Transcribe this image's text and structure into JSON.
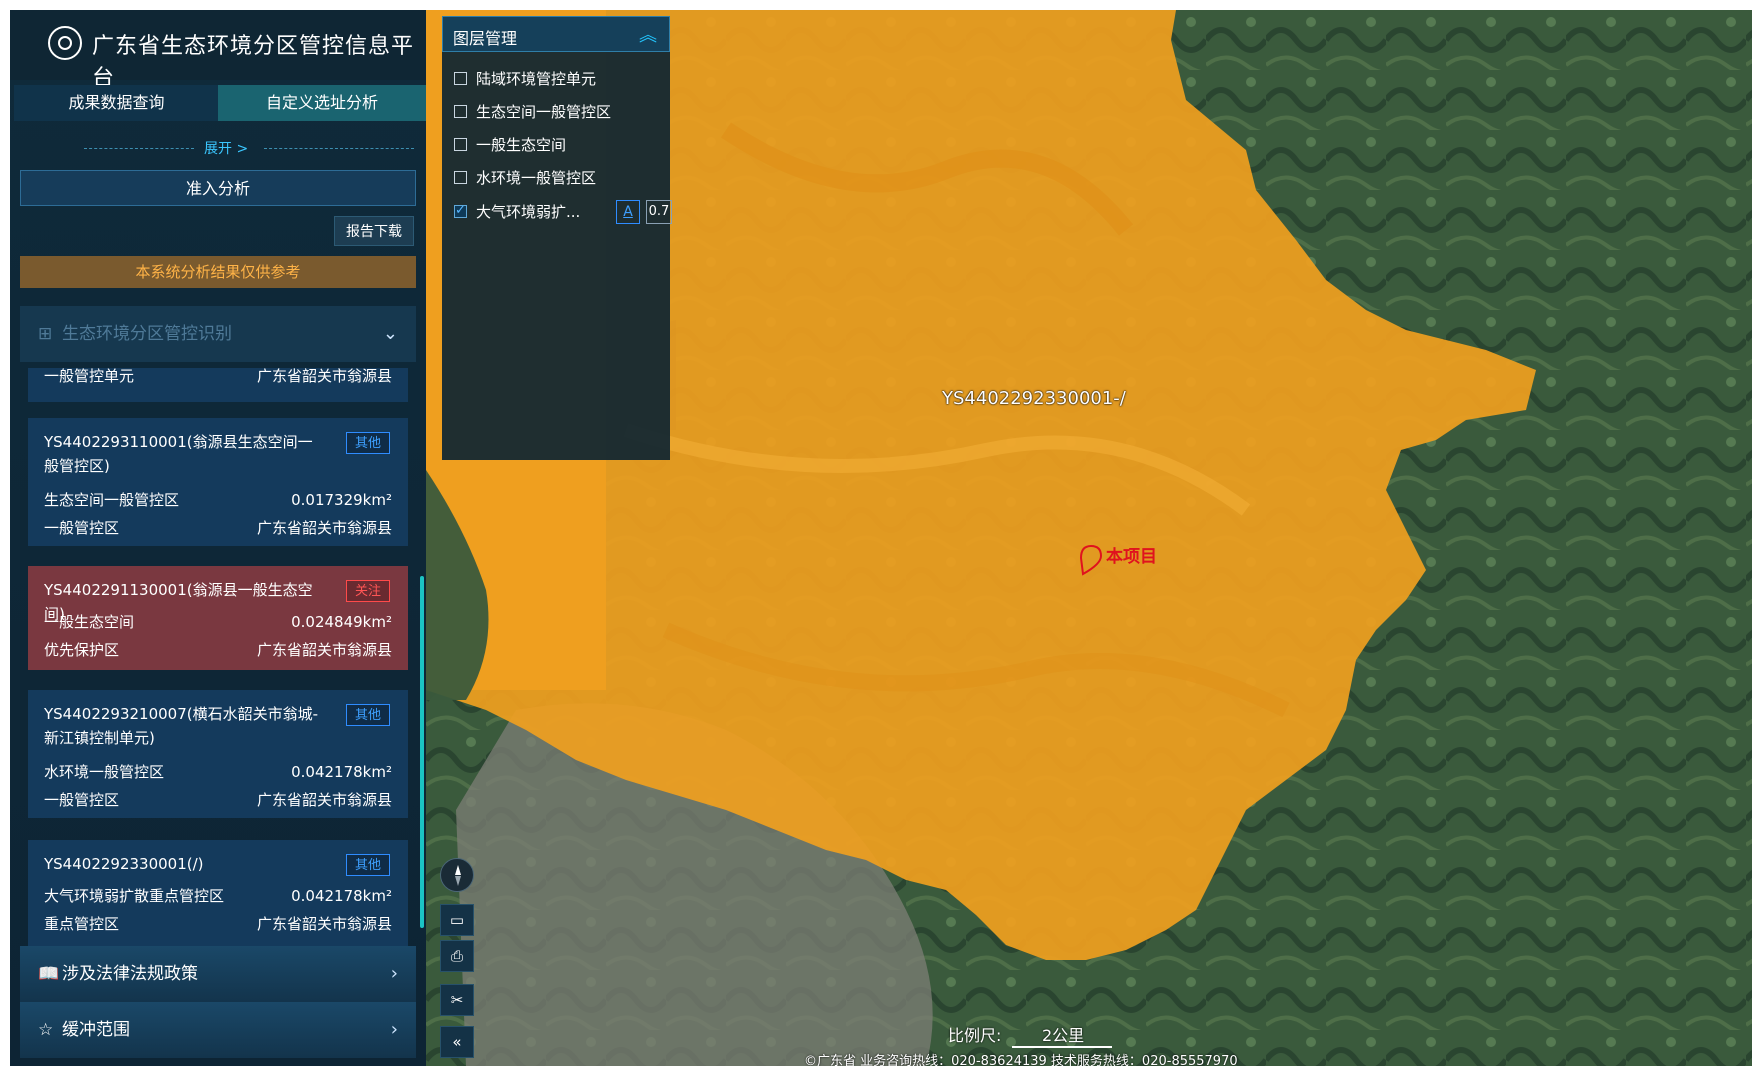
{
  "header": {
    "title": "广东省生态环境分区管控信息平台"
  },
  "tabs": [
    {
      "label": "成果数据查询"
    },
    {
      "label": "自定义选址分析"
    }
  ],
  "expand_label": "展开 >",
  "analysis_button": "准入分析",
  "report_button": "报告下载",
  "notice": "本系统分析结果仅供参考",
  "sections": {
    "identify": "生态环境分区管控识别",
    "law": "涉及法律法规政策",
    "buffer": "缓冲范围"
  },
  "partial_card": {
    "left": "一般管控单元",
    "right": "广东省韶关市翁源县"
  },
  "cards": [
    {
      "name": "YS4402293110001(翁源县生态空间一般管控区)",
      "badge": "其他",
      "type": "生态空间一般管控区",
      "area": "0.017329km²",
      "level": "一般管控区",
      "region": "广东省韶关市翁源县"
    },
    {
      "name": "YS4402291130001(翁源县一般生态空间)",
      "badge": "关注",
      "type": "一般生态空间",
      "area": "0.024849km²",
      "level": "优先保护区",
      "region": "广东省韶关市翁源县"
    },
    {
      "name": "YS4402293210007(横石水韶关市翁城-新江镇控制单元)",
      "badge": "其他",
      "type": "水环境一般管控区",
      "area": "0.042178km²",
      "level": "一般管控区",
      "region": "广东省韶关市翁源县"
    },
    {
      "name": "YS4402292330001(/)",
      "badge": "其他",
      "type": "大气环境弱扩散重点管控区",
      "area": "0.042178km²",
      "level": "重点管控区",
      "region": "广东省韶关市翁源县"
    }
  ],
  "layers": {
    "title": "图层管理",
    "items": [
      {
        "label": "陆域环境管控单元",
        "checked": false
      },
      {
        "label": "生态空间一般管控区",
        "checked": false
      },
      {
        "label": "一般生态空间",
        "checked": false
      },
      {
        "label": "水环境一般管控区",
        "checked": false
      },
      {
        "label": "大气环境弱扩...",
        "checked": true
      }
    ],
    "legend_chip": "A",
    "opacity": "0.7"
  },
  "map": {
    "region_label": "YS4402292330001-/",
    "project_label": "本项目",
    "scale_prefix": "比例尺:",
    "scale_value": "2公里",
    "footer": "©广东省    业务咨询热线：020-83624139    技术服务热线：020-85557970"
  },
  "toolbar": [
    "compass-icon",
    "measure-icon",
    "print-icon",
    "cut-icon",
    "collapse-icon"
  ],
  "colors": {
    "overlay": "#f0a020",
    "panel": "#0f2a3a",
    "accent": "#23c6ff"
  }
}
